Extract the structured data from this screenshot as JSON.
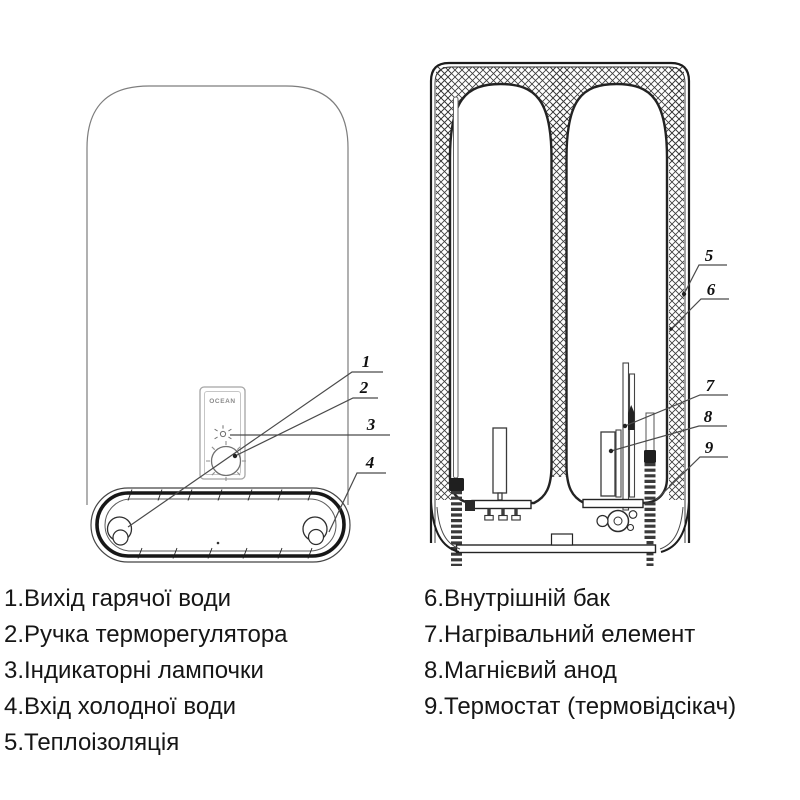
{
  "figure": {
    "brand_label": "OCEAN",
    "callouts": [
      "1",
      "2",
      "3",
      "4",
      "5",
      "6",
      "7",
      "8",
      "9"
    ]
  },
  "legend": {
    "left_items": [
      "1.Вихід гарячої води",
      "2.Ручка терморегулятора",
      "3.Індикаторні лампочки",
      "4.Вхід холодної води",
      "5.Теплоізоляція"
    ],
    "right_items": [
      "6.Внутрішній бак",
      "7.Нагрівальний елемент",
      "8.Магнієвий анод",
      "9.Термостат (термовідсікач)"
    ]
  },
  "colors": {
    "line_dark": "#222222",
    "line_light": "#8a8a8a",
    "text": "#161616",
    "background": "#ffffff"
  }
}
